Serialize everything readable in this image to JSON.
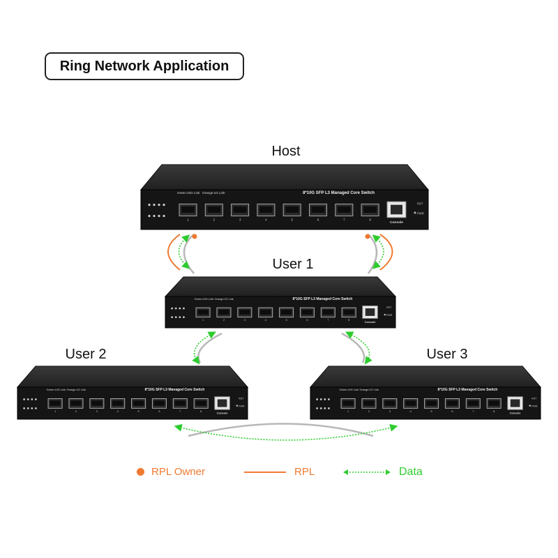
{
  "title": "Ring Network Application",
  "nodes": {
    "host": "Host",
    "user1": "User 1",
    "user2": "User 2",
    "user3": "User 3"
  },
  "switch": {
    "model_label": "8*10G SFP L3 Managed Core Switch",
    "link_green": "Green:10G Link",
    "link_orange": "Orange:1G Link",
    "console_label": "Console",
    "rst_label": "RST",
    "pwr_label": "PWR",
    "port_numbers": [
      "1",
      "2",
      "3",
      "4",
      "5",
      "6",
      "7",
      "8"
    ]
  },
  "legend": {
    "rpl_owner": "RPL Owner",
    "rpl": "RPL",
    "data": "Data"
  },
  "colors": {
    "rpl_owner": "#f07a30",
    "rpl": "#f07a30",
    "data": "#2ecc2e",
    "ring": "#b8b8b8",
    "switch_body": "#1a1a1a"
  }
}
